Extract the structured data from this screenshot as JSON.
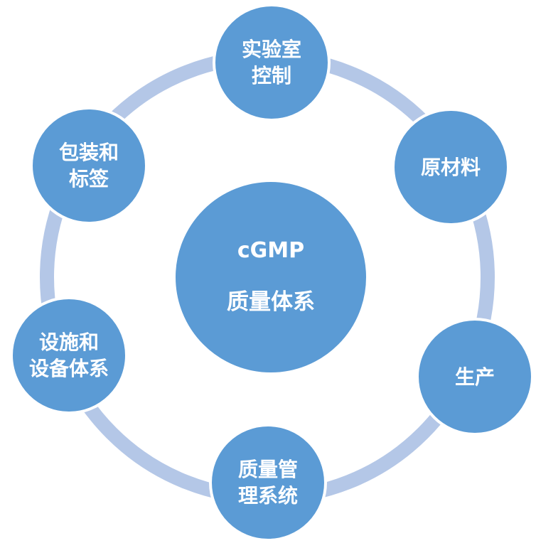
{
  "diagram": {
    "type": "radial-cycle",
    "colors": {
      "node_fill": "#5B9BD5",
      "ring": "#B4C7E7",
      "text": "#FFFFFF",
      "node_border": "#FFFFFF"
    },
    "center": {
      "line1": "cGMP",
      "line2": "质量体系"
    },
    "satellites": [
      {
        "id": "lab-control",
        "lines": [
          "实验室",
          "控制"
        ]
      },
      {
        "id": "raw-materials",
        "lines": [
          "原材料"
        ]
      },
      {
        "id": "production",
        "lines": [
          "生产"
        ]
      },
      {
        "id": "quality-mgmt-system",
        "lines": [
          "质量管",
          "理系统"
        ]
      },
      {
        "id": "facilities-equipment",
        "lines": [
          "设施和",
          "设备体系"
        ]
      },
      {
        "id": "packaging-labeling",
        "lines": [
          "包装和",
          "标签"
        ]
      }
    ]
  }
}
